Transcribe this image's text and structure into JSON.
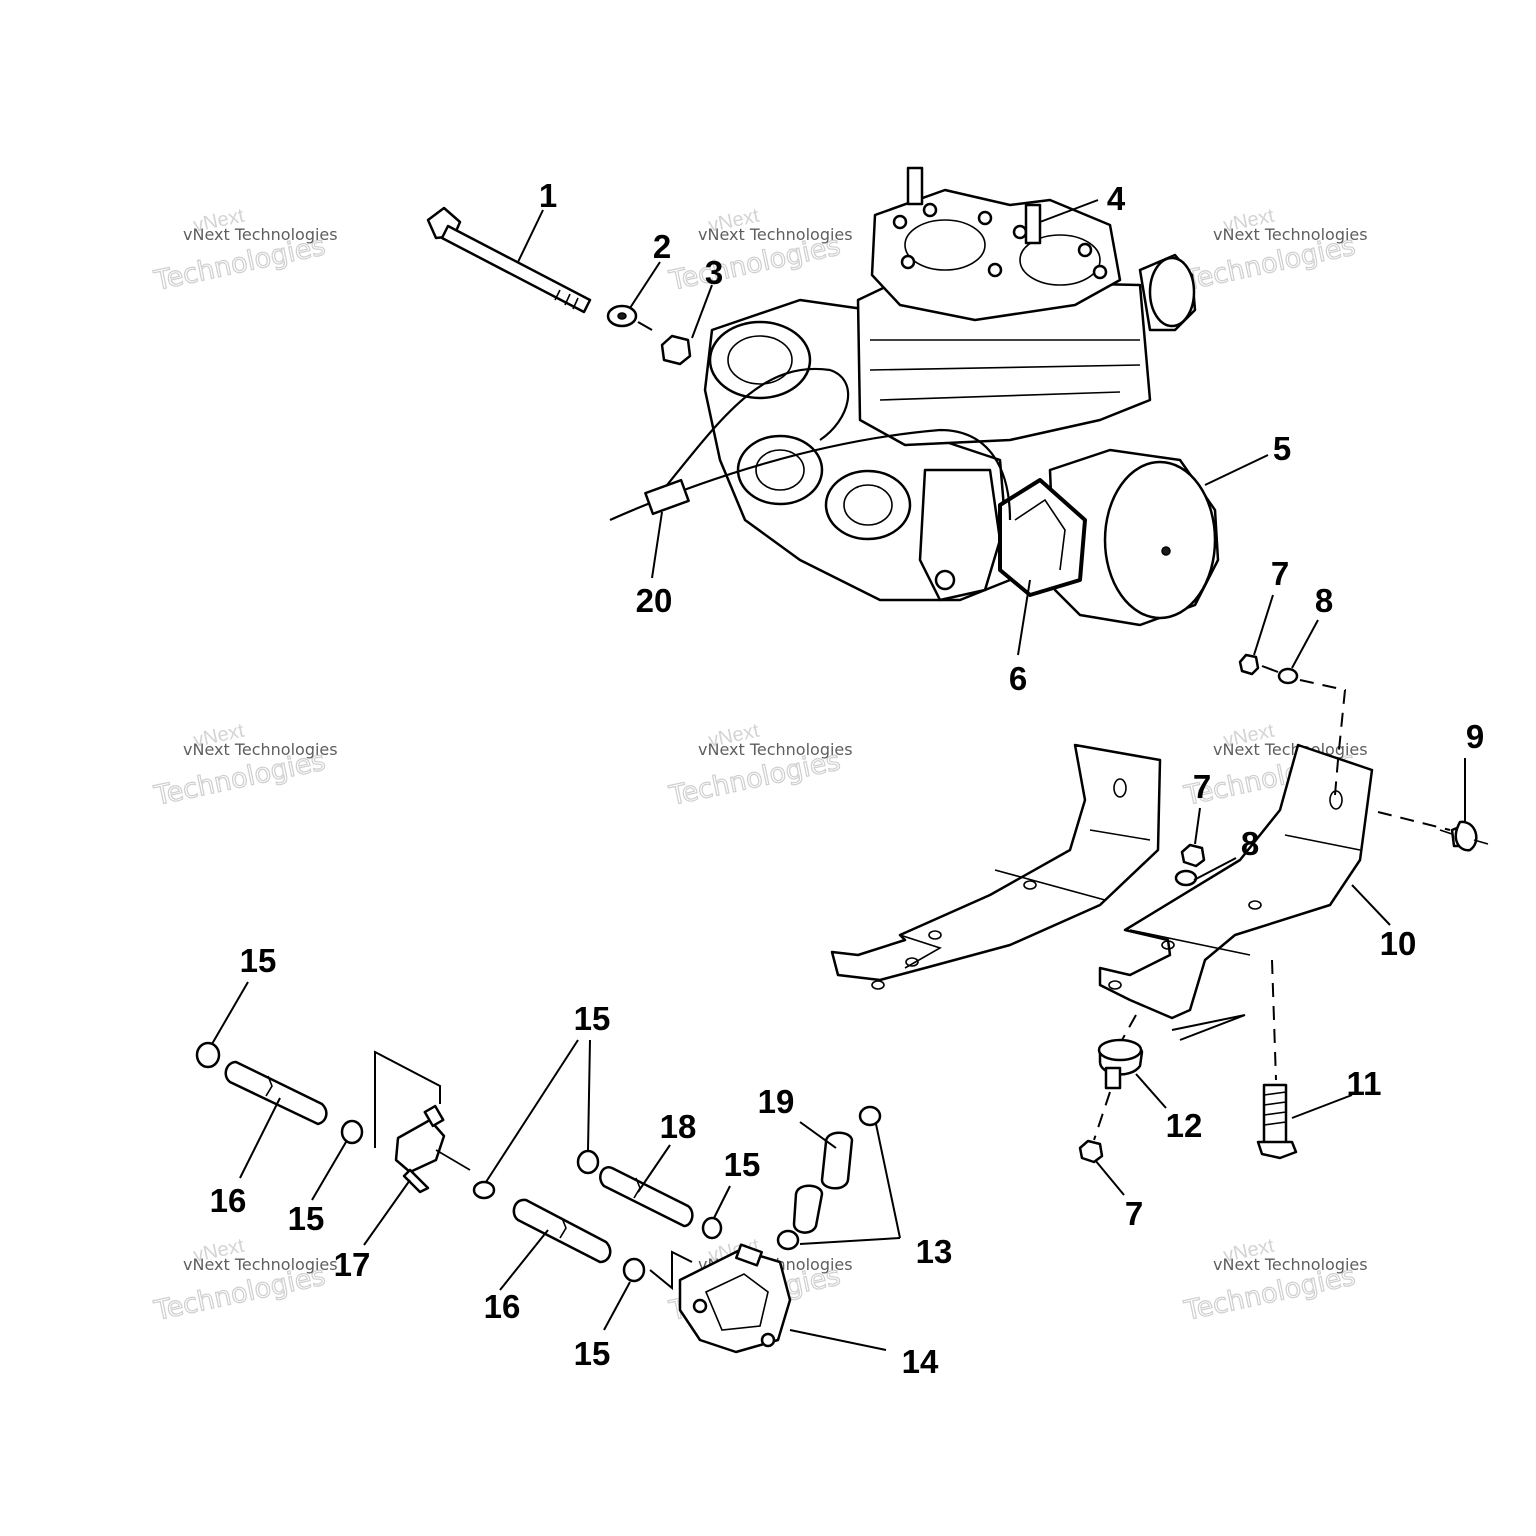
{
  "callouts": [
    "1",
    "2",
    "3",
    "4",
    "5",
    "6",
    "7",
    "8",
    "9",
    "10",
    "11",
    "12",
    "13",
    "14",
    "15",
    "16",
    "17",
    "18",
    "19",
    "20"
  ],
  "watermark": {
    "line1": "vNext Technologies",
    "line2": "vNext",
    "line3": "Technologies"
  }
}
